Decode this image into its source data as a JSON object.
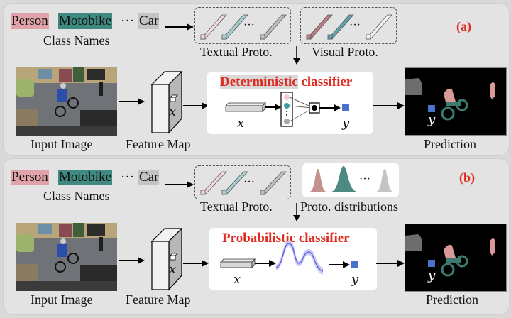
{
  "panels": {
    "a": {
      "tag": "(a)",
      "class_names": [
        "Person",
        "Motobike",
        "Car"
      ],
      "class_ellipsis": "···",
      "class_names_label": "Class Names",
      "textual_proto_label": "Textual Proto.",
      "visual_proto_label": "Visual Proto.",
      "proto_ellipsis": "···",
      "classifier_title_part1": "Deterministic",
      "classifier_title_part2": " classifier",
      "input_label": "Input Image",
      "feature_map_label": "Feature Map",
      "feature_var": "x",
      "x_var": "x",
      "y_var": "y",
      "prediction_label": "Prediction"
    },
    "b": {
      "tag": "(b)",
      "class_names": [
        "Person",
        "Motobike",
        "Car"
      ],
      "class_ellipsis": "···",
      "class_names_label": "Class Names",
      "textual_proto_label": "Textual Proto.",
      "distributions_label": "Proto. distributions",
      "proto_ellipsis": "···",
      "classifier_title": "Probabilistic classifier",
      "input_label": "Input Image",
      "feature_map_label": "Feature Map",
      "feature_var": "x",
      "x_var": "x",
      "y_var": "y",
      "prediction_label": "Prediction"
    }
  },
  "colors": {
    "person": "#e0a3aa",
    "motobike": "#3f8a80",
    "car": "#c4c4c4",
    "accent_red": "#e02a20",
    "output_blue": "#4a72c8",
    "curve_blue": "#5a5ae0"
  }
}
